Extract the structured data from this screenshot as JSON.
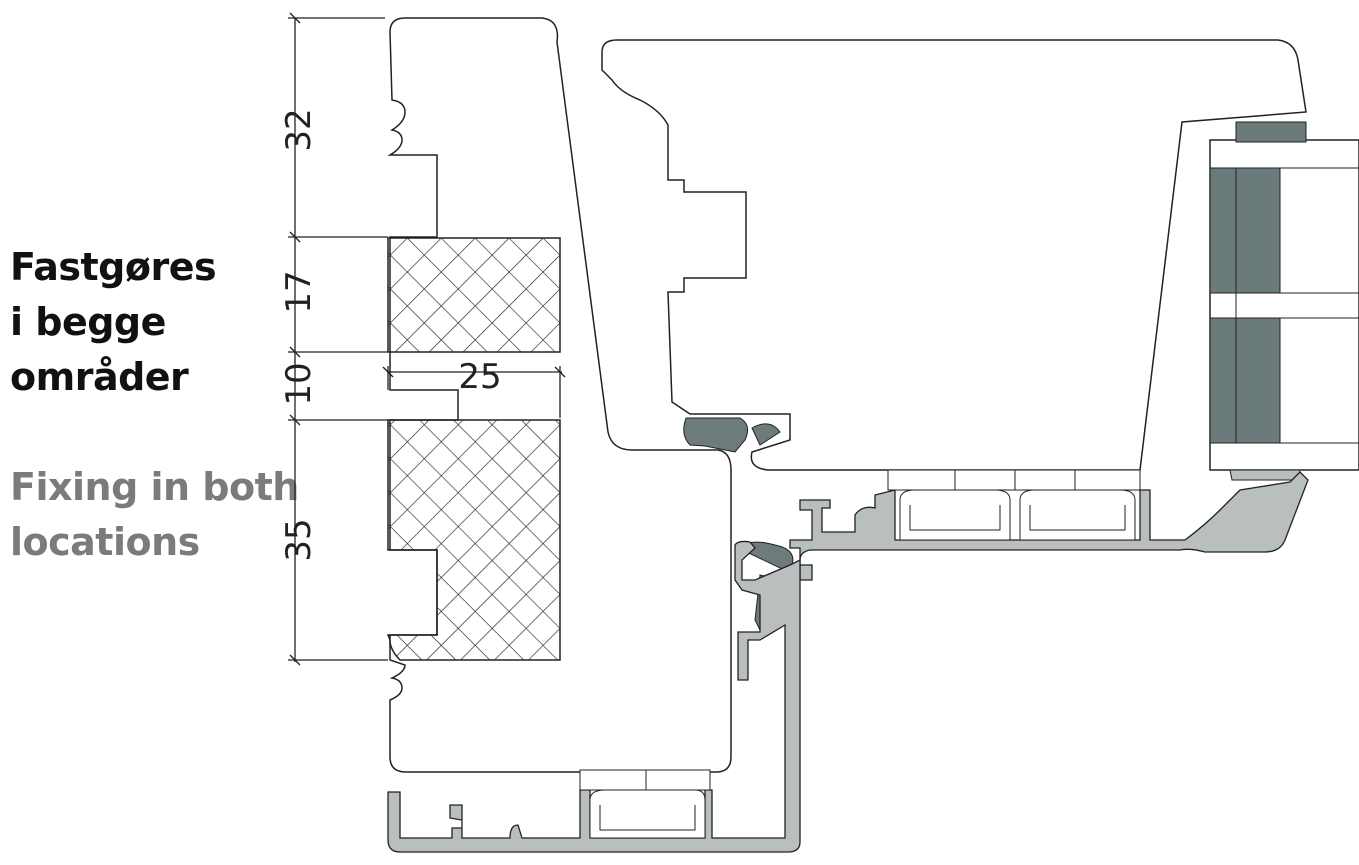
{
  "caption": {
    "danish": [
      "Fastgøres",
      "i begge",
      "områder"
    ],
    "english": [
      "Fixing in both",
      "locations"
    ]
  },
  "dimensions": {
    "d32": "32",
    "d17": "17",
    "d10": "10",
    "d25": "25",
    "d35": "35"
  },
  "colors": {
    "outline": "#222222",
    "aluminium": "#b9bebf",
    "gasket": "#6e7b7c",
    "glass_spacer": "#6b7b7b",
    "danish_text": "#111111",
    "english_text": "#7b7b7b"
  }
}
